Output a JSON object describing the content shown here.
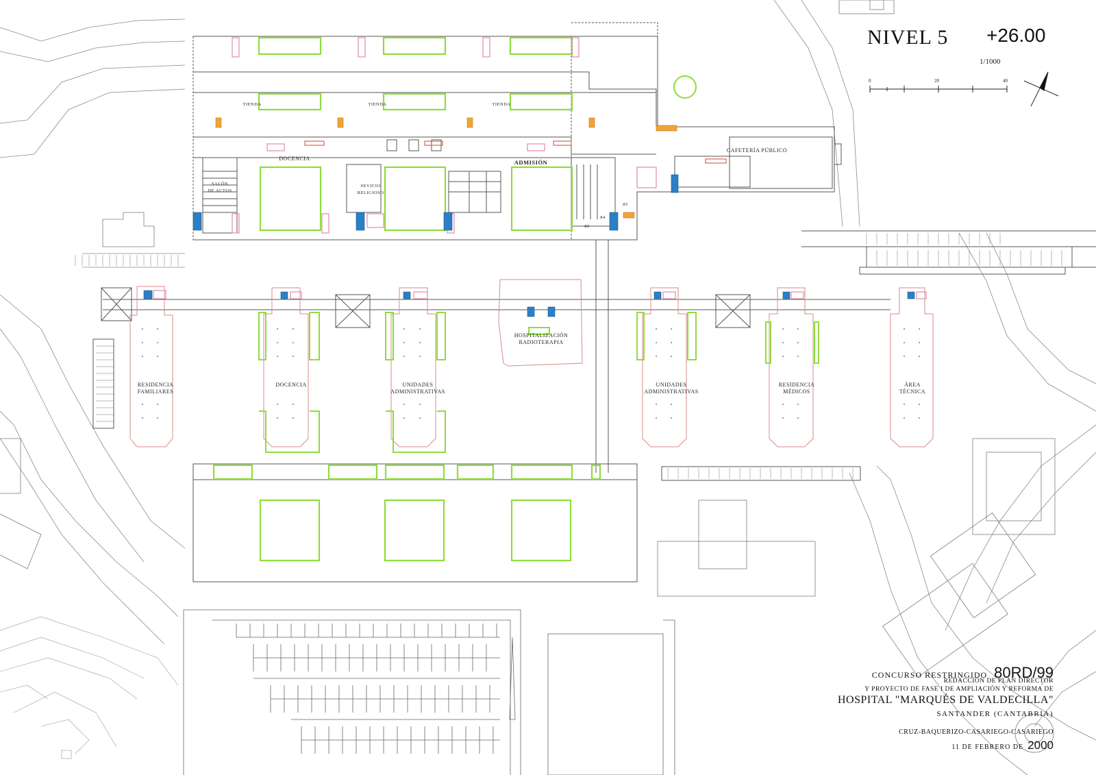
{
  "header": {
    "level": "NIVEL 5",
    "elevation": "+26.00",
    "scale": "1/1000",
    "scale_ticks": [
      "0",
      "20",
      "40"
    ]
  },
  "rooms": {
    "tienda_1": "TIENDA",
    "tienda_2": "TIENDA",
    "tienda_3": "TIENDA",
    "docencia_top": "DOCENCIA",
    "admision": "ADMISIÓN",
    "cafeteria": "CAFETERÍA PÚBLICO",
    "salon": "SALÓN\nDE ACTOS",
    "servicio": "SEVICIO\nRELIGIOSO",
    "n80": "80",
    "n84": "84",
    "n85": "85"
  },
  "blocks": {
    "residencia_familiares": "RESIDENCIA\nFAMILIARES",
    "docencia": "DOCENCIA",
    "unidades_1": "UNIDADES\nADMINISTRATIVAS",
    "hospitalizacion": "HOSPITALIZACIÓN\nRADIOTERAPIA",
    "unidades_2": "UNIDADES\nADMINISTRATIVAS",
    "residencia_medicos": "RESIDENCIA\nMÉDICOS",
    "area_tecnica": "ÁREA\nTÉCNICA"
  },
  "title_block": {
    "line1": "CONCURSO RESTRINGIDO",
    "code": "80RD/99",
    "line2": "REDACCIÓN DE PLAN DIRECTOR",
    "line3": "Y PROYECTO DE FASE I DE AMPLIACIÓN Y REFORMA DE",
    "line4": "HOSPITAL \"MARQUÉS DE VALDECILLA\"",
    "line5": "SANTANDER (CANTABRIA)",
    "authors": "CRUZ-BAQUERIZO-CASARIEGO-CASARIEGO",
    "date": "11 DE FEBRERO DE",
    "year": "2000"
  },
  "colors": {
    "line": "#555555",
    "light_line": "#9a9a9a",
    "green": "#8fdc3c",
    "pink": "#e28aa8",
    "red": "#d9664a",
    "blue": "#2b7fc6",
    "orange": "#f0a33a"
  }
}
